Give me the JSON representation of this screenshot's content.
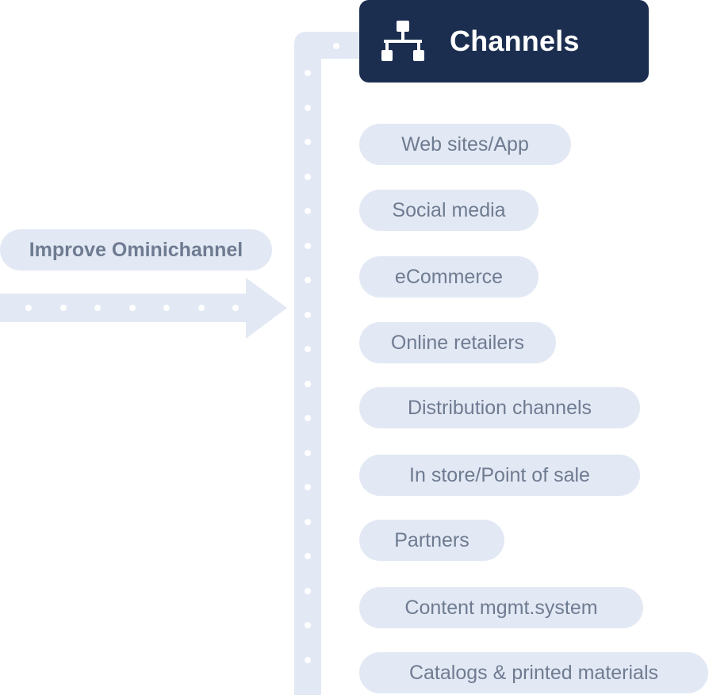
{
  "header": {
    "title": "Channels",
    "icon": "network-icon",
    "background": "#1c2e50"
  },
  "input": {
    "label": "Improve Ominichannel"
  },
  "channels": [
    "Web sites/App",
    "Social media",
    "eCommerce",
    "Online retailers",
    "Distribution channels",
    "In store/Point of sale",
    "Partners",
    "Content mgmt.system",
    "Catalogs & printed materials"
  ],
  "colors": {
    "pill_background": "#e2e9f4",
    "pill_text": "#6f7b91",
    "connector": "#e2e9f4",
    "header_text": "#ffffff"
  }
}
